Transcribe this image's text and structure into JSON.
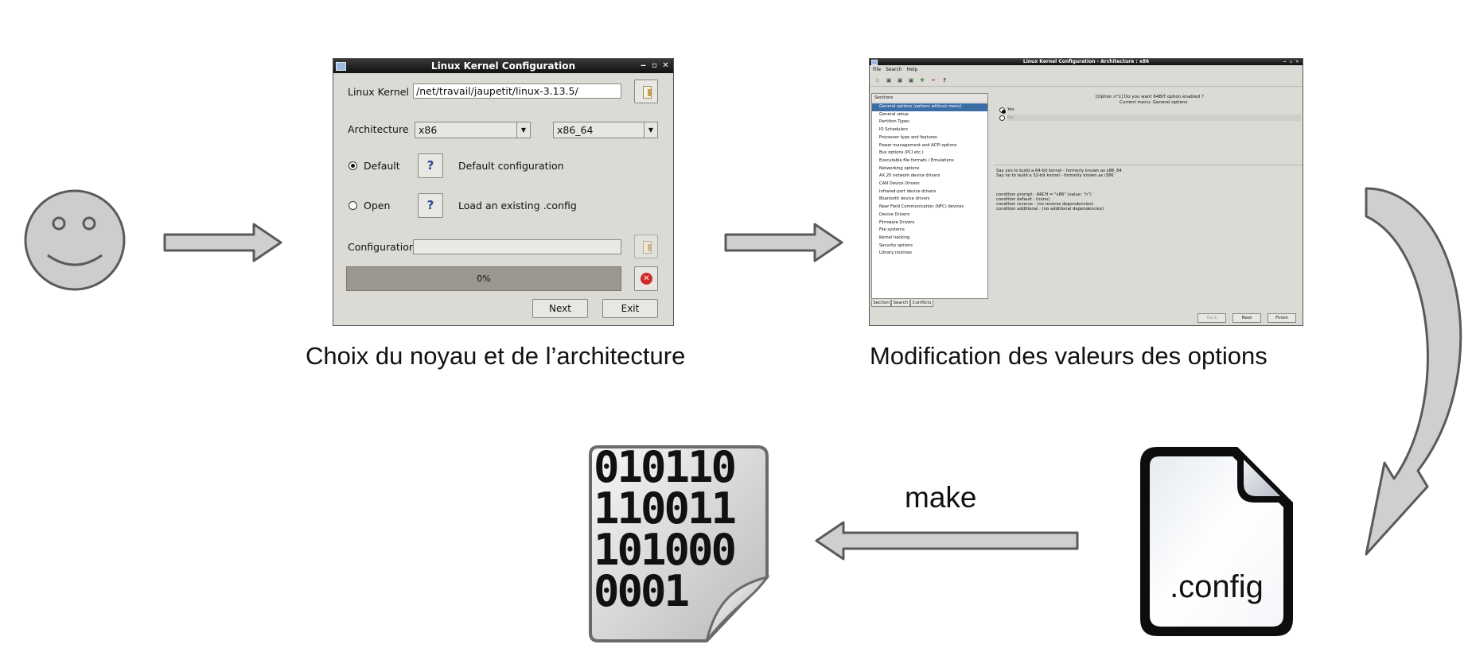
{
  "dialog1": {
    "title": "Linux Kernel Configuration",
    "kernel_label": "Linux Kernel",
    "kernel_path": "/net/travail/jaupetit/linux-3.13.5/",
    "arch_label": "Architecture",
    "arch_value": "x86",
    "subarch_value": "x86_64",
    "default_label": "Default",
    "default_desc": "Default configuration",
    "open_label": "Open",
    "open_desc": "Load an existing .config",
    "help_glyph": "?",
    "config_label": "Configuration",
    "progress": "0%",
    "next_label": "Next",
    "exit_label": "Exit",
    "window_controls": [
      "‒",
      "▫",
      "✕"
    ]
  },
  "dialog2": {
    "title": "Linux Kernel Configuration - Architecture : x86",
    "menu": [
      "File",
      "Search",
      "Help"
    ],
    "sections_header": "Sections",
    "sections": [
      "General options (options without menu)",
      "General setup",
      "Partition Types",
      "IO Schedulers",
      "Processor type and features",
      "Power management and ACPI options",
      "Bus options (PCI etc.)",
      "Executable file formats / Emulations",
      "Networking options",
      "AX.25 network device drivers",
      "CAN Device Drivers",
      "Infrared-port device drivers",
      "Bluetooth device drivers",
      "Near Field Communication (NFC) devices",
      "Device Drivers",
      "Firmware Drivers",
      "File systems",
      "Kernel hacking",
      "Security options",
      "Library routines"
    ],
    "tabs": [
      "Section",
      "Search",
      "Conflicts"
    ],
    "question": "[Option n°1] Do you want 64BIT option enabled ?",
    "current_menu": "Current menu: General options",
    "yes_label": "Yes",
    "no_label": "No",
    "help_text": [
      "Say yes to build a 64-bit kernel - formerly known as x86_64",
      "Say no to build a 32-bit kernel - formerly known as i386"
    ],
    "conditions": [
      "condition prompt : ARCH = \"x86\" (value: \"n\")",
      "condition default : (none)",
      "condition reverse : (no reverse dependencies)",
      "condition additional : (no additional dependencies)"
    ],
    "back_label": "Back",
    "next_label": "Next",
    "finish_label": "Finish"
  },
  "captions": {
    "step1": "Choix du noyau et de l’architecture",
    "step2": "Modification des valeurs des options",
    "make": "make",
    "config_file": ".config",
    "binary_lines": [
      "010110",
      "110011",
      "101000",
      "0001"
    ]
  },
  "colors": {
    "arrow_fill": "#cfcfcf",
    "arrow_stroke": "#5a5a5a",
    "smiley_fill": "#cdcdcd",
    "selection": "#3b6ea5"
  }
}
